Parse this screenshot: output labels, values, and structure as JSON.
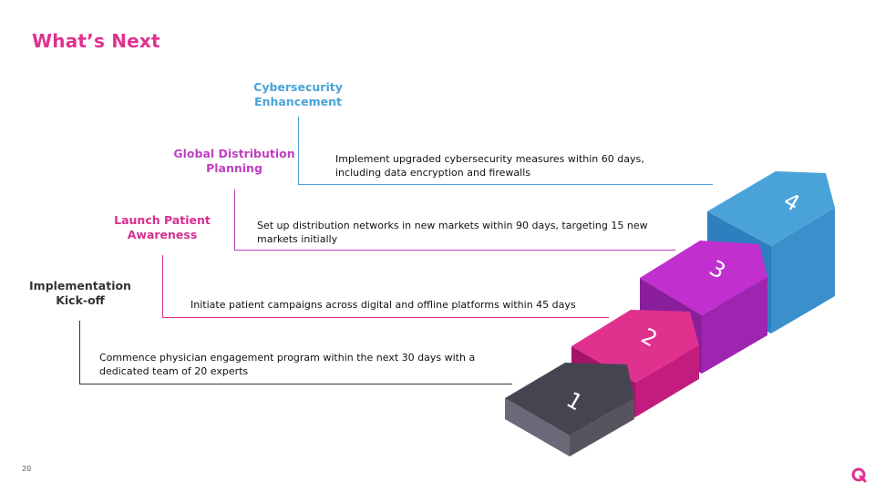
{
  "slide": {
    "title": "What’s Next",
    "page_number": "20"
  },
  "steps": [
    {
      "number": "1",
      "title_line1": "Implementation",
      "title_line2": "Kick-off",
      "desc_line1": "Commence physician engagement program within the next 30 days with a",
      "desc_line2": "dedicated team of 20 experts",
      "color": "#333333"
    },
    {
      "number": "2",
      "title_line1": "Launch Patient",
      "title_line2": "Awareness",
      "desc_line1": "Initiate patient campaigns across digital and offline platforms within 45 days",
      "desc_line2": "",
      "color": "#d62f8f"
    },
    {
      "number": "3",
      "title_line1": "Global Distribution",
      "title_line2": "Planning",
      "desc_line1": "Set up distribution networks in new markets within 90 days, targeting 15 new",
      "desc_line2": "markets initially",
      "color": "#c03fc0"
    },
    {
      "number": "4",
      "title_line1": "Cybersecurity",
      "title_line2": "Enhancement",
      "desc_line1": "Implement upgraded cybersecurity measures within 60 days,",
      "desc_line2": "including data encryption and firewalls",
      "color": "#4aa3d8"
    }
  ],
  "colors": {
    "accent": "#e0318f",
    "step1_top": "#454552",
    "step2_top": "#e0318f",
    "step3_top": "#c22fcf",
    "step4_top": "#4aa3d8"
  }
}
